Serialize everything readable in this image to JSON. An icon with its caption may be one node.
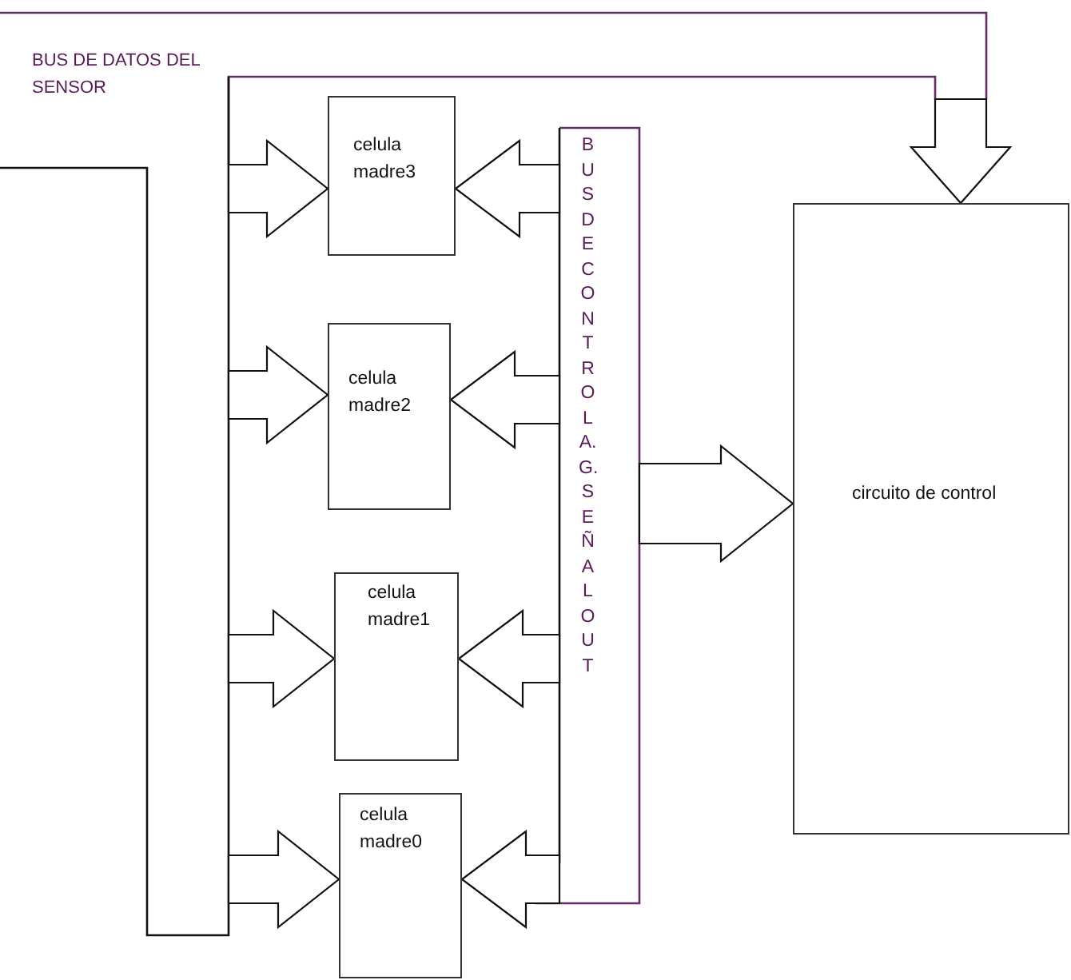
{
  "diagram": {
    "nodes": [
      {
        "text": [
          "celula madre3"
        ]
      },
      {
        "text": [
          "celula madre2"
        ]
      },
      {
        "text": [
          "celula madre1"
        ]
      },
      {
        "text": [
          "celula madre0"
        ]
      },
      {
        "text": [
          "circuito de control"
        ]
      }
    ],
    "edges": [
      {
        "from": null,
        "to": 4,
        "arrow": "to"
      },
      {
        "from": null,
        "to": 0,
        "arrow": "to"
      },
      {
        "from": null,
        "to": 1,
        "arrow": "to"
      },
      {
        "from": null,
        "to": 2,
        "arrow": "to"
      },
      {
        "from": null,
        "to": 3,
        "arrow": "to"
      },
      {
        "from": null,
        "to": 0,
        "arrow": "to"
      },
      {
        "from": null,
        "to": 1,
        "arrow": "to"
      },
      {
        "from": null,
        "to": 2,
        "arrow": "to"
      },
      {
        "from": null,
        "to": 3,
        "arrow": "to"
      },
      {
        "from": null,
        "to": 4,
        "arrow": "to"
      }
    ],
    "labels": [
      "BUS DE DATOS DEL SENSOR",
      "BUS DE CONTROL A.G. SEÑAL OUT"
    ]
  }
}
